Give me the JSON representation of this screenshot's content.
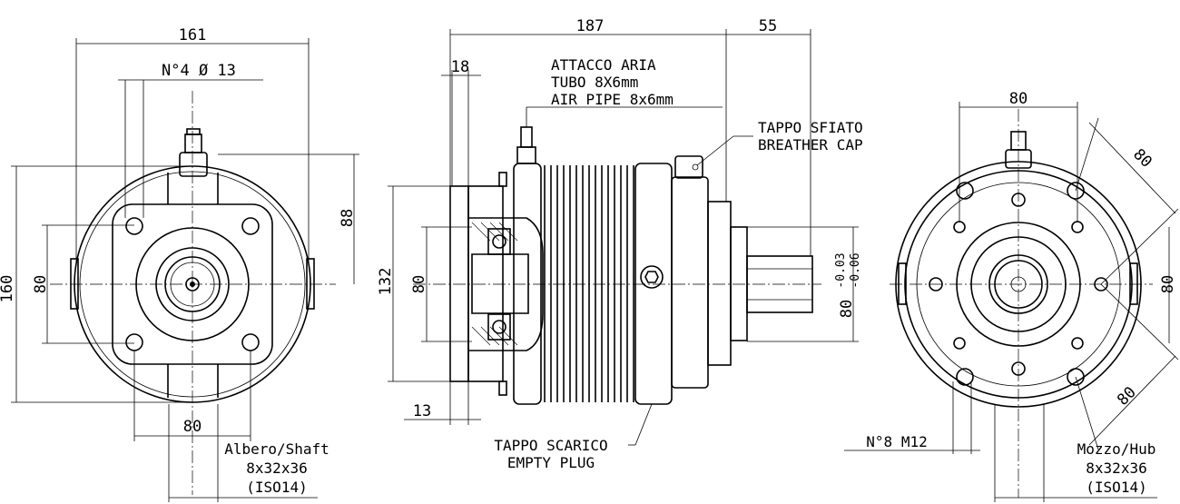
{
  "left_view": {
    "dim_width": "161",
    "dim_holes": "N°4 Ø 13",
    "dim_height": "160",
    "dim_inner_left": "80",
    "dim_right": "88",
    "dim_bottom": "80",
    "shaft_label": [
      "Albero/Shaft",
      "8x32x36",
      "(ISO14)"
    ]
  },
  "side_view": {
    "dim_length": "187",
    "dim_shaft": "55",
    "dim_flange": "18",
    "dim_flange_thick": "13",
    "dim_height": "132",
    "dim_bore": "80",
    "dim_tolerance_base": "80",
    "dim_tolerance_upper": "-0.03",
    "dim_tolerance_lower": "-0.06",
    "air_label": [
      "ATTACCO ARIA",
      "TUBO 8X6mm",
      "AIR PIPE 8x6mm"
    ],
    "breather_label": [
      "TAPPO SFIATO",
      "BREATHER CAP"
    ],
    "drain_label": [
      "TAPPO SCARICO",
      "EMPTY PLUG"
    ]
  },
  "right_view": {
    "dim_top": "80",
    "dim_diag_top": "80",
    "dim_diag_bottom": "80",
    "dim_right": "80",
    "holes_label": "N°8 M12",
    "hub_label": [
      "Mozzo/Hub",
      "8x32x36",
      "(ISO14)"
    ]
  }
}
